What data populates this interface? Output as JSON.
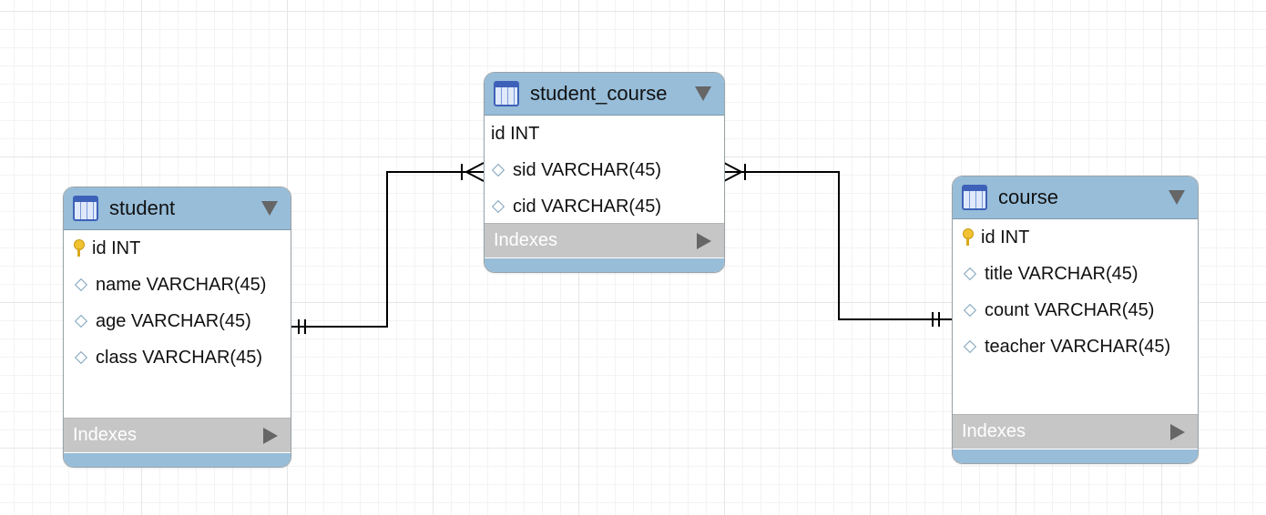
{
  "tables": {
    "student": {
      "name": "student",
      "columns": [
        {
          "label": "id INT",
          "icon": "primary-key-icon"
        },
        {
          "label": "name VARCHAR(45)",
          "icon": "column-diamond-icon"
        },
        {
          "label": "age VARCHAR(45)",
          "icon": "column-diamond-icon"
        },
        {
          "label": "class VARCHAR(45)",
          "icon": "column-diamond-icon"
        }
      ],
      "indexes_label": "Indexes"
    },
    "student_course": {
      "name": "student_course",
      "columns": [
        {
          "label": "id INT",
          "icon": "none"
        },
        {
          "label": "sid VARCHAR(45)",
          "icon": "column-diamond-icon"
        },
        {
          "label": "cid VARCHAR(45)",
          "icon": "column-diamond-icon"
        }
      ],
      "indexes_label": "Indexes"
    },
    "course": {
      "name": "course",
      "columns": [
        {
          "label": "id INT",
          "icon": "primary-key-icon"
        },
        {
          "label": "title VARCHAR(45)",
          "icon": "column-diamond-icon"
        },
        {
          "label": "count VARCHAR(45)",
          "icon": "column-diamond-icon"
        },
        {
          "label": "teacher VARCHAR(45)",
          "icon": "column-diamond-icon"
        }
      ],
      "indexes_label": "Indexes"
    }
  },
  "relationships": [
    {
      "from": "student",
      "to": "student_course",
      "from_cardinality": "one-and-only-one",
      "to_cardinality": "one-or-many"
    },
    {
      "from": "course",
      "to": "student_course",
      "from_cardinality": "one-and-only-one",
      "to_cardinality": "one-or-many"
    }
  ],
  "colors": {
    "header": "#97bdd9",
    "indexes_bar": "#c6c6c6",
    "line": "#000000",
    "table_icon": "#3d61b8"
  }
}
